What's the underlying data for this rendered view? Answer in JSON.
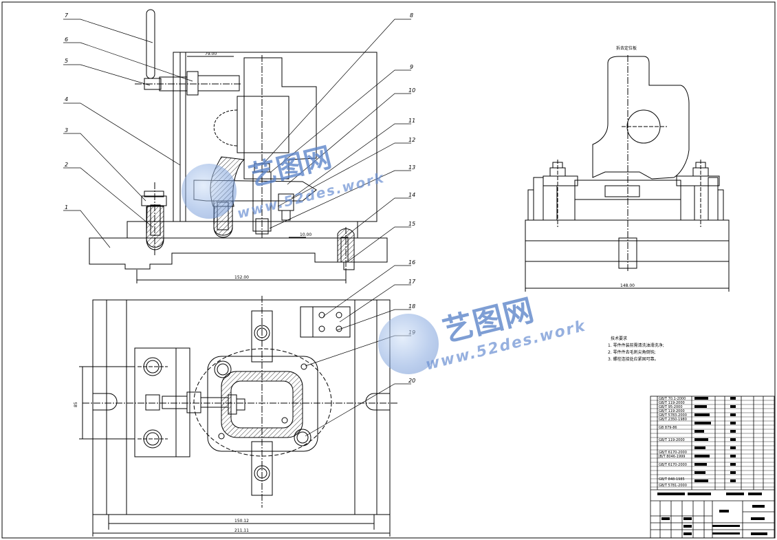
{
  "balloons": [
    "1",
    "2",
    "3",
    "4",
    "5",
    "6",
    "7",
    "8",
    "9",
    "10",
    "11",
    "12",
    "13",
    "14",
    "15",
    "16",
    "17",
    "18",
    "19",
    "20"
  ],
  "dimensions": {
    "front_width": "152.00",
    "front_top": "79.00",
    "front_small": "10.00",
    "plan_inner": "150.12",
    "plan_outer": "211.11",
    "plan_left": "85",
    "side_width": "148.00"
  },
  "side_view_label": "拆去定位板",
  "notes": {
    "heading": "技术要求",
    "items": [
      "1.  零件件装前需清洗油滑洗净;",
      "2.  零件件去毛刺尖角倒钝;",
      "3.  螺栓连接处应紧固可靠。"
    ]
  },
  "bom_standards": [
    "GB/T 70.1-2000",
    "GB/T 119-2000",
    "GB/T 95-2000",
    "GB/T 119-2000",
    "GB/T 5783-2000",
    "GB/T 2350-1980",
    "GB 879-86",
    "GB/T 119-2000",
    "GB/T 6170-2000",
    "JB/T 8046-1999",
    "GB/T 6170-2000",
    "GB/T 848-1985",
    "GB/T 5781-2000"
  ],
  "watermark": {
    "brand": "艺图网",
    "url": "www.52des.work"
  },
  "colors": {
    "line": "#000000",
    "watermark": "#5b83c9"
  }
}
